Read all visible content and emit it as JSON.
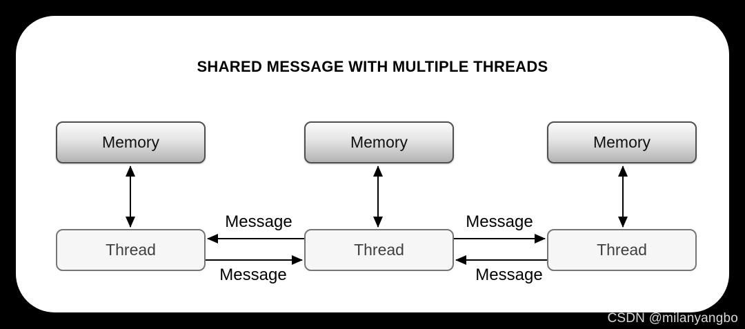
{
  "title": "SHARED MESSAGE WITH MULTIPLE THREADS",
  "watermark": "CSDN @milanyangbo",
  "diagram": {
    "columns": [
      {
        "memory_label": "Memory",
        "thread_label": "Thread"
      },
      {
        "memory_label": "Memory",
        "thread_label": "Thread"
      },
      {
        "memory_label": "Memory",
        "thread_label": "Thread"
      }
    ],
    "message_labels": [
      "Message",
      "Message",
      "Message",
      "Message"
    ],
    "connections": [
      {
        "from": "memory-1",
        "to": "thread-1",
        "type": "bidirectional"
      },
      {
        "from": "memory-2",
        "to": "thread-2",
        "type": "bidirectional"
      },
      {
        "from": "memory-3",
        "to": "thread-3",
        "type": "bidirectional"
      },
      {
        "from": "thread-2",
        "to": "thread-1",
        "type": "message"
      },
      {
        "from": "thread-1",
        "to": "thread-2",
        "type": "message"
      },
      {
        "from": "thread-2",
        "to": "thread-3",
        "type": "message"
      },
      {
        "from": "thread-3",
        "to": "thread-2",
        "type": "message"
      }
    ]
  },
  "colors": {
    "background": "#000000",
    "panel": "#ffffff",
    "memory_gradient_top": "#fbfbfb",
    "memory_gradient_bottom": "#b3b3b3",
    "memory_border": "#4f4f4f",
    "thread_fill": "#f6f6f6",
    "thread_border": "#757575",
    "arrow": "#000000",
    "title_text": "#000000",
    "watermark_text": "#d9d9d9"
  }
}
